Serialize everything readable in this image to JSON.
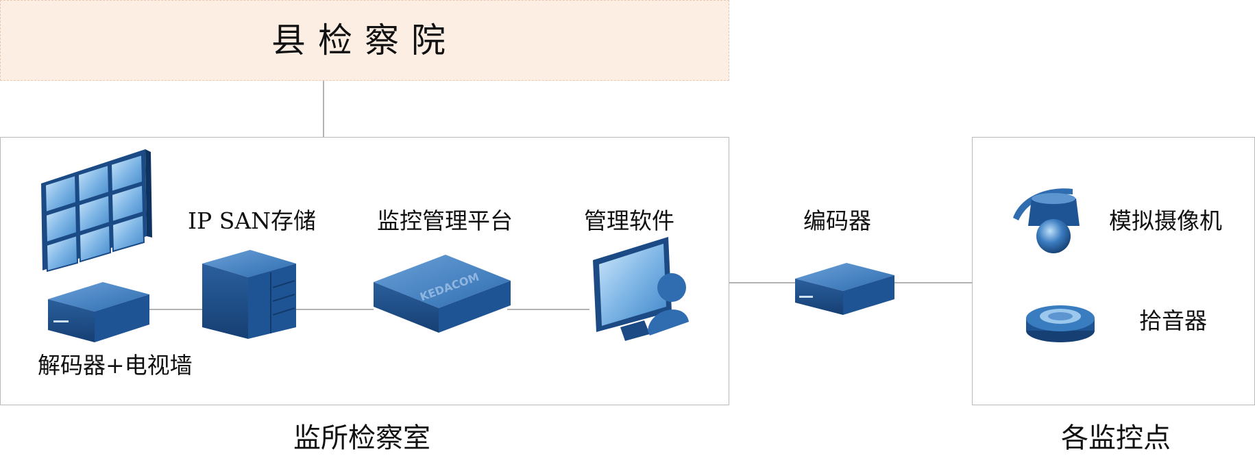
{
  "top": {
    "title": "县检察院"
  },
  "left_panel": {
    "caption": "监所检察室",
    "devices": {
      "decoder_wall": "解码器+电视墙",
      "storage": "IP SAN存储",
      "platform": "监控管理平台",
      "software": "管理软件"
    },
    "platform_brand": "KEDACOM"
  },
  "middle": {
    "encoder": "编码器"
  },
  "right_panel": {
    "caption": "各监控点",
    "devices": {
      "camera": "模拟摄像机",
      "pickup": "拾音器"
    }
  },
  "colors": {
    "device_blue": "#2f6db0",
    "device_dark": "#1b4a85",
    "device_light": "#5d95d1",
    "title_bg": "#fdeee3",
    "line": "#9a9a9a"
  }
}
